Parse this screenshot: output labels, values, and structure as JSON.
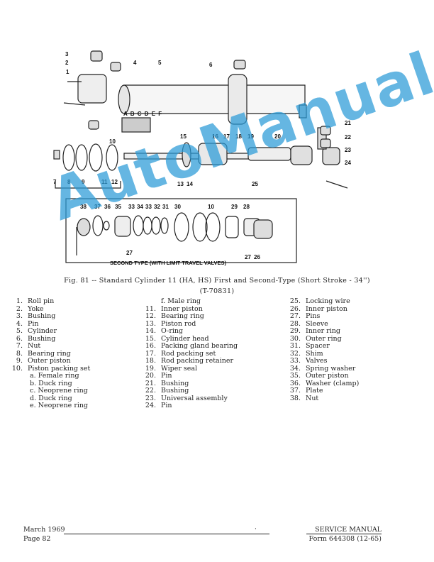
{
  "figure": {
    "callouts": [
      "1",
      "2",
      "3",
      "4",
      "5",
      "6",
      "7",
      "8",
      "9",
      "10",
      "11",
      "12",
      "13",
      "14",
      "15",
      "16",
      "17",
      "18",
      "19",
      "20",
      "21",
      "22",
      "23",
      "24",
      "25",
      "26",
      "27",
      "28",
      "29",
      "30",
      "31",
      "32",
      "33",
      "34",
      "35",
      "36",
      "37",
      "38"
    ],
    "letters_label": "A B C D E F",
    "second_type_label": "SECOND TYPE (WITH LIMIT TRAVEL VALVES)",
    "caption": "Fig. 81 -- Standard Cylinder 11 (HA, HS) First and Second-Type (Short Stroke - 34'')",
    "ref": "(T-70831)"
  },
  "parts": {
    "col1": [
      {
        "num": "1.",
        "name": "Roll pin"
      },
      {
        "num": "2.",
        "name": "Yoke"
      },
      {
        "num": "3.",
        "name": "Bushing"
      },
      {
        "num": "4.",
        "name": "Pin"
      },
      {
        "num": "5.",
        "name": "Cylinder"
      },
      {
        "num": "6.",
        "name": "Bushing"
      },
      {
        "num": "7.",
        "name": "Nut"
      },
      {
        "num": "8.",
        "name": "Bearing ring"
      },
      {
        "num": "9.",
        "name": "Outer piston"
      },
      {
        "num": "10.",
        "name": "Piston packing set"
      }
    ],
    "col1_sub": [
      "a. Female ring",
      "b. Duck ring",
      "c. Neoprene ring",
      "d. Duck ring",
      "e. Neoprene ring"
    ],
    "col2": [
      {
        "num": "",
        "name": "f. Male ring"
      },
      {
        "num": "11.",
        "name": "Inner piston"
      },
      {
        "num": "12.",
        "name": "Bearing ring"
      },
      {
        "num": "13.",
        "name": "Piston rod"
      },
      {
        "num": "14.",
        "name": "O-ring"
      },
      {
        "num": "15.",
        "name": "Cylinder head"
      },
      {
        "num": "16.",
        "name": "Packing gland bearing"
      },
      {
        "num": "17.",
        "name": "Rod packing set"
      },
      {
        "num": "18.",
        "name": "Rod packing retainer"
      },
      {
        "num": "19.",
        "name": "Wiper seal"
      },
      {
        "num": "20.",
        "name": "Pin"
      },
      {
        "num": "21.",
        "name": "Bushing"
      },
      {
        "num": "22.",
        "name": "Bushing"
      },
      {
        "num": "23.",
        "name": "Universal assembly"
      },
      {
        "num": "24.",
        "name": "Pin"
      }
    ],
    "col3": [
      {
        "num": "25.",
        "name": "Locking wire"
      },
      {
        "num": "26.",
        "name": "Inner piston"
      },
      {
        "num": "27.",
        "name": "Pins"
      },
      {
        "num": "28.",
        "name": "Sleeve"
      },
      {
        "num": "29.",
        "name": "Inner ring"
      },
      {
        "num": "30.",
        "name": "Outer ring"
      },
      {
        "num": "31.",
        "name": "Spacer"
      },
      {
        "num": "32.",
        "name": "Shim"
      },
      {
        "num": "33.",
        "name": "Valves"
      },
      {
        "num": "34.",
        "name": "Spring washer"
      },
      {
        "num": "35.",
        "name": "Outer piston"
      },
      {
        "num": "36.",
        "name": "Washer (clamp)"
      },
      {
        "num": "37.",
        "name": "Plate"
      },
      {
        "num": "38.",
        "name": "Nut"
      }
    ]
  },
  "watermark": "AutoManual",
  "footer": {
    "date": "March 1969",
    "page": "Page 82",
    "manual": "SERVICE MANUAL",
    "form": "Form 644308 (12-65)"
  }
}
